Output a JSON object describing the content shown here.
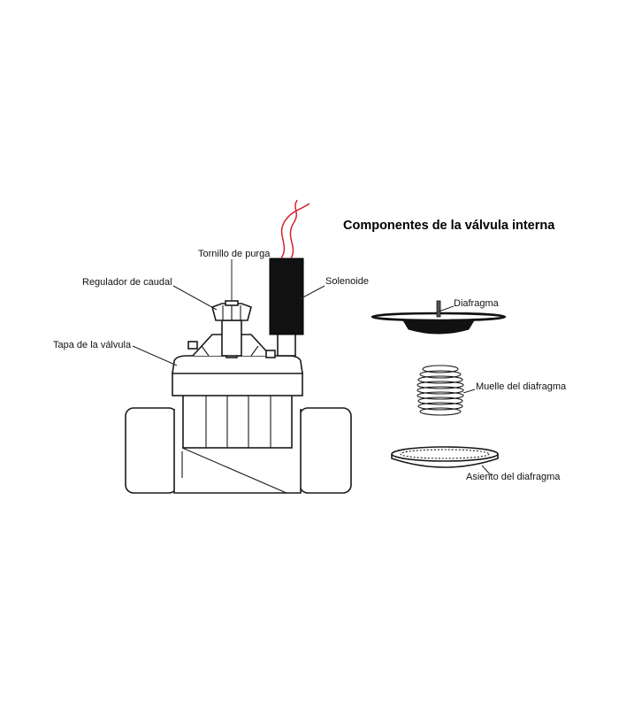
{
  "title": "Componentes de la válvula interna",
  "labels": {
    "bleed_screw": "Tornillo de purga",
    "flow_control": "Regulador de caudal",
    "solenoid": "Solenoide",
    "bonnet": "Tapa de la válvula",
    "diaphragm": "Diafragma",
    "diaphragm_spring": "Muelle del diafragma",
    "diaphragm_seat": "Asiento del diafragma"
  },
  "colors": {
    "wire": "#d2232a",
    "solenoid": "#111111",
    "outline": "#1a1a1a",
    "background": "#ffffff"
  }
}
